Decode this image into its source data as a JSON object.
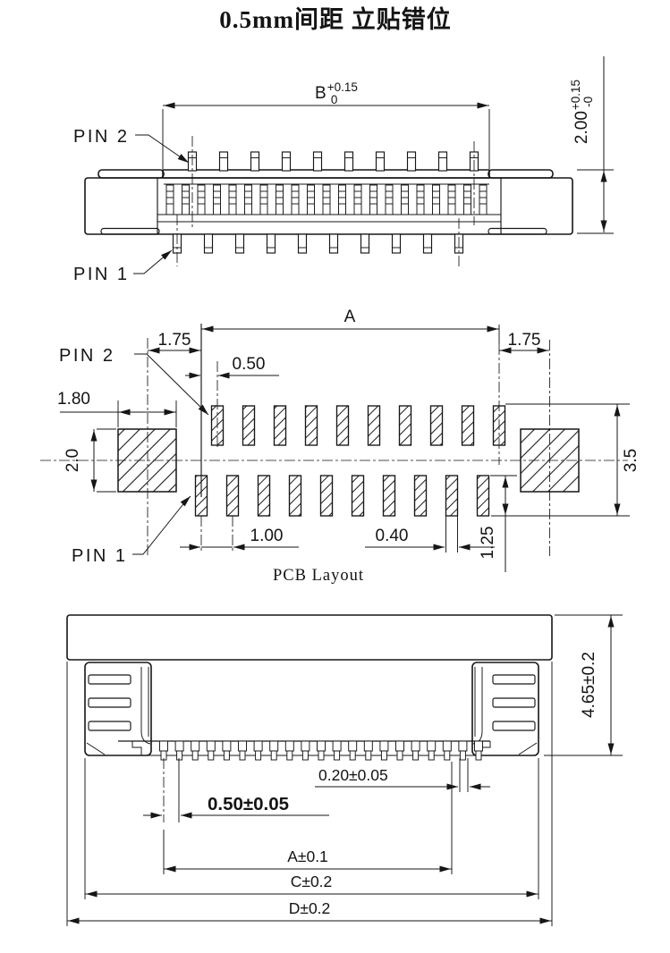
{
  "title": "0.5mm间距 立贴错位",
  "colors": {
    "line": "#161616",
    "background": "#ffffff"
  },
  "top_view": {
    "pin2_label": "PIN 2",
    "pin1_label": "PIN 1",
    "dim_b": {
      "base": "B",
      "sup": "+0.15",
      "sub": "0"
    },
    "dim_height": {
      "base": "2.00",
      "sup": "+0.15",
      "sub": "-0"
    }
  },
  "pcb_layout": {
    "caption": "PCB Layout",
    "pin2_label": "PIN 2",
    "pin1_label": "PIN 1",
    "dim_a": "A",
    "dim_left": "1.75",
    "dim_right": "1.75",
    "dim_offset": "0.50",
    "dim_tab_width": "1.80",
    "dim_tab_height": "2.0",
    "dim_span": "3.5",
    "dim_pitch": "1.00",
    "dim_pad_width": "0.40",
    "dim_pad_height": "1.25"
  },
  "front_view": {
    "dim_height": "4.65±0.2",
    "dim_pin_width": "0.20±0.05",
    "dim_pitch": "0.50±0.05",
    "dim_a": "A±0.1",
    "dim_c": "C±0.2",
    "dim_d": "D±0.2"
  }
}
